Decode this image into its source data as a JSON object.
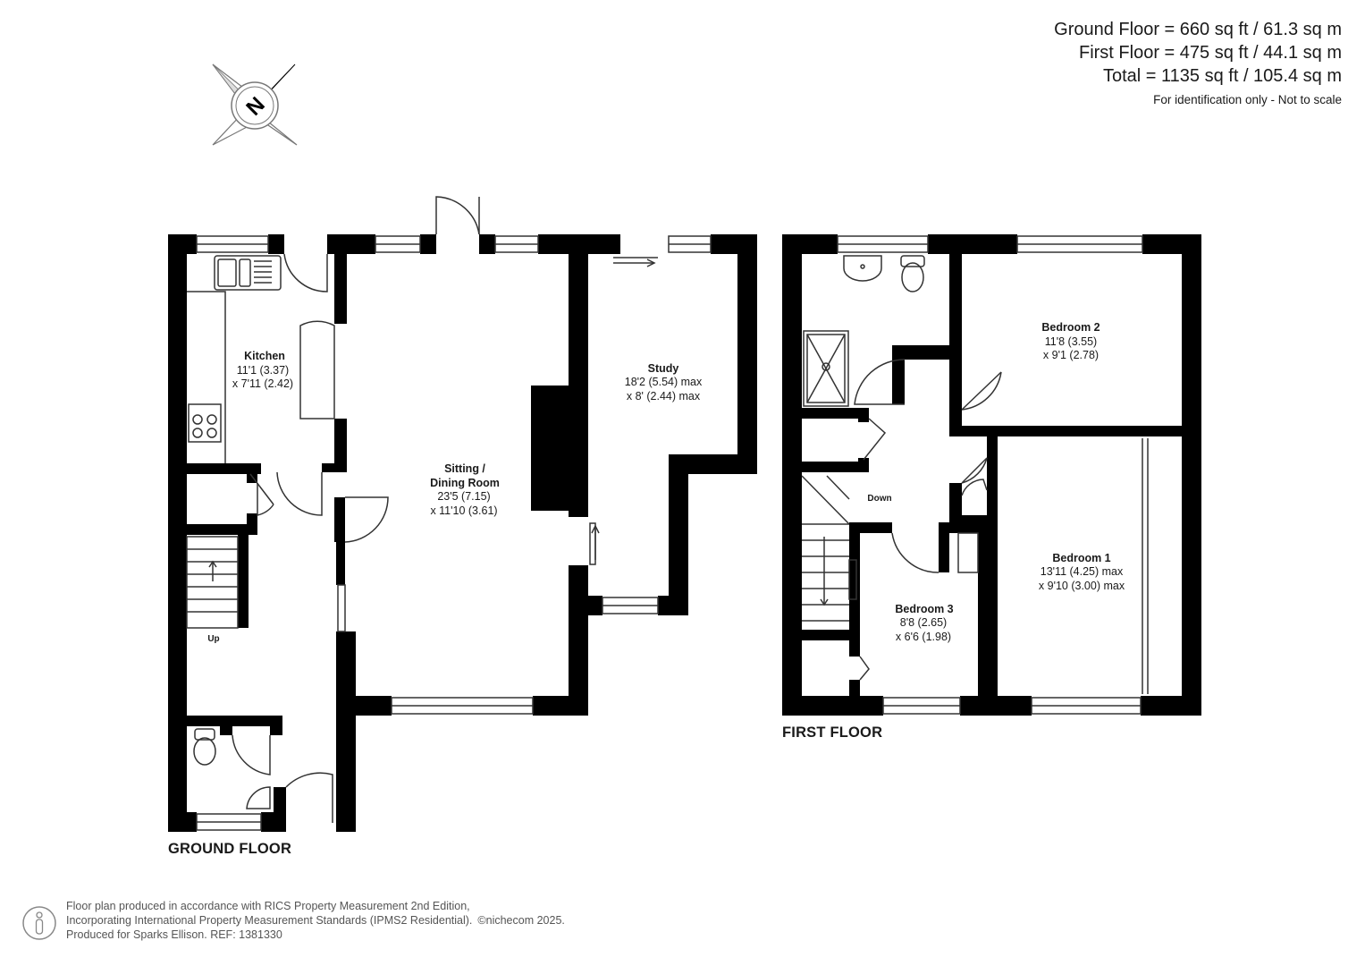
{
  "areas": {
    "ground": "Ground Floor = 660 sq ft / 61.3 sq m",
    "first": "First Floor = 475 sq ft / 44.1 sq m",
    "total": "Total = 1135 sq ft / 105.4 sq m",
    "note": "For identification only - Not to scale"
  },
  "compass": {
    "letter": "N"
  },
  "floors": {
    "ground": "GROUND FLOOR",
    "first": "FIRST FLOOR"
  },
  "rooms": {
    "kitchen": {
      "name": "Kitchen",
      "dim1": "11'1 (3.37)",
      "dim2": "x 7'11 (2.42)"
    },
    "sitting": {
      "name1": "Sitting /",
      "name2": "Dining Room",
      "dim1": "23'5 (7.15)",
      "dim2": "x 11'10 (3.61)"
    },
    "study": {
      "name": "Study",
      "dim1": "18'2 (5.54) max",
      "dim2": "x 8' (2.44) max"
    },
    "bedroom2": {
      "name": "Bedroom 2",
      "dim1": "11'8 (3.55)",
      "dim2": "x 9'1 (2.78)"
    },
    "bedroom1": {
      "name": "Bedroom 1",
      "dim1": "13'11 (4.25) max",
      "dim2": "x 9'10 (3.00) max"
    },
    "bedroom3": {
      "name": "Bedroom 3",
      "dim1": "8'8 (2.65)",
      "dim2": "x 6'6 (1.98)"
    }
  },
  "stairs": {
    "up": "Up",
    "down": "Down"
  },
  "footer": {
    "line1": "Floor plan produced in accordance with RICS Property Measurement 2nd Edition,",
    "line2": "Incorporating International Property Measurement Standards (IPMS2 Residential).",
    "copyright": "©nichecom 2025.",
    "line3": "Produced for Sparks Ellison.   REF: 1381330"
  },
  "colors": {
    "wall": "#000000",
    "fixture": "#555555",
    "text": "#1a1a1a"
  }
}
